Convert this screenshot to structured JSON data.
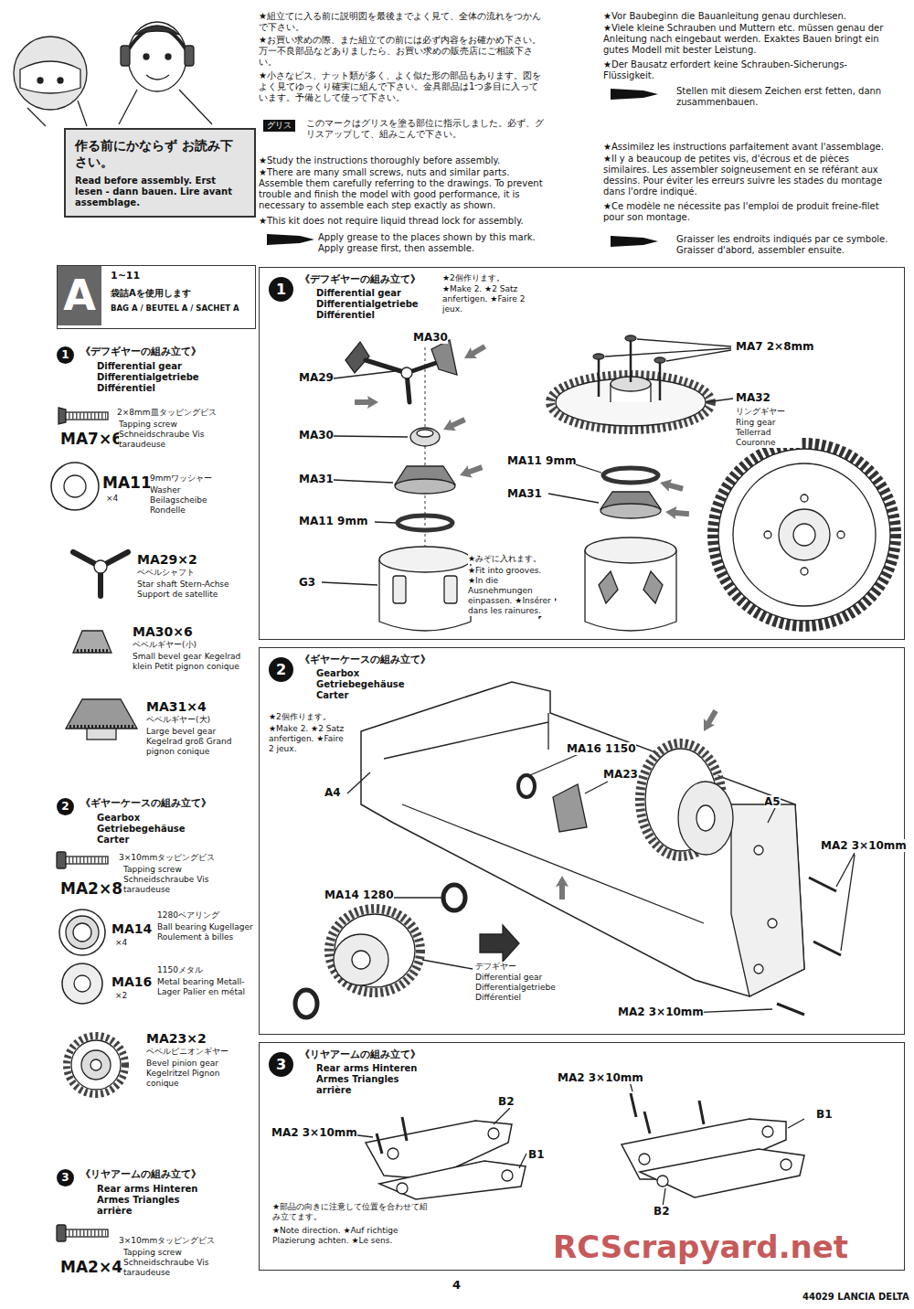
{
  "diagram": {
    "nodes": [
      {
        "text": [
          "作る前にかならず お読み下さい。",
          "Read before assembly. Erst lesen - dann bauen. Lire avant assemblage."
        ]
      },
      {
        "text": [
          "A",
          "1~11",
          "袋詰Aを使用します",
          "BAG A / BEUTEL A / SACHET A"
        ]
      },
      {
        "text": [
          "1",
          "《デフギヤーの組み立て》",
          "Differential gear Differentialgetriebe Différentiel",
          "★2個作ります。",
          "★Make 2. ★2 Satz anfertigen. ★Faire 2 jeux."
        ]
      },
      {
        "text": [
          "2",
          "《ギヤーケースの組み立て》",
          "Gearbox Getriebegehäuse Carter",
          "★2個作ります。",
          "★Make 2. ★2 Satz anfertigen. ★Faire 2 jeux."
        ]
      },
      {
        "text": [
          "3",
          "《リヤアームの組み立て》",
          "Rear arms Hinteren Armes Triangles arrière"
        ]
      }
    ],
    "labels": [
      "★組立てに入る前に説明図を最後までよく見て、全体の流れをつかんで下さい。",
      "★お買い求めの際、また組立ての前には必ず内容をお確かめ下さい。万一不良部品などありましたら、お買い求めの販売店にご相談下さい。",
      "★小さなビス、ナット類が多く、よく似た形の部品もあります。図をよく見てゆっくり確実に組んで下さい。金具部品は1つ多目に入っています。予備として使って下さい。",
      "グリス",
      "このマークはグリスを塗る部位に指示しました。必ず、グリスアップして、組みこんで下さい。",
      "★Study the instructions thoroughly before assembly.",
      "★There are many small screws, nuts and similar parts. Assemble them carefully referring to the drawings. To prevent trouble and finish the model with good performance, it is necessary to assemble each step exactly as shown.",
      "★This kit does not require liquid thread lock for assembly.",
      "Apply grease to the places shown by this mark. Apply grease first, then assemble.",
      "★Vor Baubeginn die Bauanleitung genau durchlesen.",
      "★Viele kleine Schrauben und Muttern etc. müssen genau der Anleitung nach eingebaut werden. Exaktes Bauen bringt ein gutes Modell mit bester Leistung.",
      "★Der Bausatz erfordert keine Schrauben-Sicherungs-Flüssigkeit.",
      "Stellen mit diesem Zeichen erst fetten, dann zusammenbauen.",
      "★Assimilez les instructions parfaitement avant l'assemblage.",
      "★Il y a beaucoup de petites vis, d'écrous et de pièces similaires. Les assembler soigneusement en se référant aux dessins. Pour éviter les erreurs suivre les stades du montage dans l'ordre indiqué.",
      "★Ce modèle ne nécessite pas l'emploi de produit freine-filet pour son montage.",
      "Graisser les endroits indiqués par ce symbole. Graisser d'abord, assembler ensuite.",
      "1",
      "《デフギヤーの組み立て》",
      "Differential gear Differentialgetriebe Différentiel",
      "MA7×6",
      "2×8mm皿タッピングビス",
      "Tapping screw Schneidschraube Vis taraudeuse",
      "MA11",
      "×4",
      "9mmワッシャー",
      "Washer Beilagscheibe Rondelle",
      "MA29×2",
      "ベベルシャフト",
      "Star shaft Stern-Achse Support de satellite",
      "MA30×6",
      "ベベルギヤー(小)",
      "Small bevel gear Kegelrad klein Petit pignon conique",
      "MA31×4",
      "ベベルギヤー(大)",
      "Large bevel gear Kegelrad groß Grand pignon conique",
      "2",
      "《ギヤーケースの組み立て》",
      "Gearbox Getriebegehäuse Carter",
      "3×10mmタッピングビス",
      "Tapping screw Schneidschraube Vis taraudeuse",
      "MA2×8",
      "1280ベアリング",
      "Ball bearing Kugellager Roulement à billes",
      "MA14",
      "×4",
      "1150メタル",
      "Metal bearing Metall-Lager Palier en métal",
      "MA16",
      "×2",
      "MA23×2",
      "ベベルピニオンギヤー",
      "Bevel pinion gear Kegelritzel Pignon conique",
      "3",
      "《リヤアームの組み立て》",
      "Rear arms Hinteren Armes Triangles arrière",
      "3×10mmタッピングビス",
      "Tapping screw Schneidschraube Vis taraudeuse",
      "MA2×4",
      "MA30",
      "MA29",
      "MA30",
      "MA31",
      "MA11 9mm",
      "G3",
      "★みぞに入れます。",
      "★Fit into grooves. ★In die Ausnehmungen einpassen. ★Insérer dans les rainures.",
      "MA7 2×8mm",
      "MA32",
      "リングギヤー",
      "Ring gear Tellerrad Couronne",
      "MA11 9mm",
      "MA31",
      "MA16 1150",
      "MA23",
      "A4",
      "A5",
      "MA2 3×10mm",
      "MA14 1280",
      "デフギヤー",
      "Differential gear Differentialgetriebe Différentiel",
      "MA2 3×10mm",
      "MA2 3×10mm",
      "B2",
      "MA2 3×10mm",
      "B1",
      "B1",
      "B2",
      "★部品の向きに注意して位置を合わせて組み立てます。",
      "★Note direction. ★Auf richtige Plazierung achten. ★Le sens.",
      "RCScrapyard.net",
      "4",
      "44029 LANCIA DELTA"
    ]
  }
}
